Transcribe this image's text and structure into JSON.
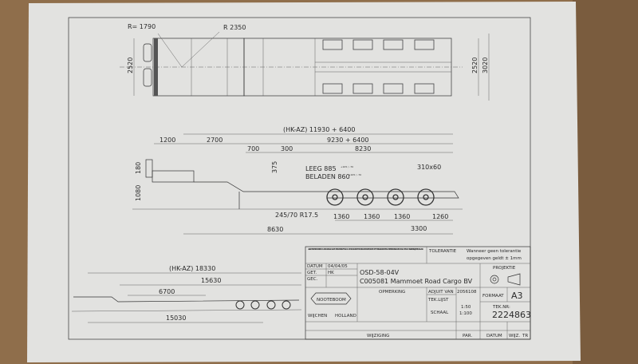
{
  "top_view": {
    "radius_front": "R= 1790",
    "radius_rear": "R 2350",
    "width_left": "2520",
    "width_right": "2520",
    "overall_width": "3020"
  },
  "side_view": {
    "total_length": "(HK-AZ) 11930 + 6400",
    "front_overhang": "1200",
    "gooseneck": "2700",
    "deck_length": "9230 + 6400",
    "neck_step": "700",
    "offset": "300",
    "bed_length": "8230",
    "step_height": "375",
    "leeg": "LEEG 885",
    "leeg_tol": "+105 / -70",
    "beladen": "BELADEN 860",
    "beladen_tol": "+105 / -70",
    "profile": "310x60",
    "neck_height": "180",
    "fifth_wheel_height": "1080",
    "tire": "245/70 R17.5",
    "axle_spacings": [
      "1360",
      "1360",
      "1360"
    ],
    "rear_overhang": "1260",
    "kingpin_to_center": "8630",
    "axle_group": "3300"
  },
  "extended_view": {
    "total_length": "(HK-AZ) 18330",
    "deck_length": "15630",
    "extension": "6700",
    "kingpin_to_axle": "15030"
  },
  "title_block": {
    "disclaimer": "ALL RIGHTS RESERVED REPRODUCTION OR DISCLOSURE TO THIRD PARTIES OF THIS DOCUMENT OR ANY PART THEREOF IS NOT PERMITTED, EXCEPT WITH THE PRIOR AND EXPRESS WRITTEN PERMISSION OF ROYAL NOOTEBOOM TRAILERS B.V. WIJCHEN, HOLLAND.",
    "tolerantie_label": "TOLERANTIE",
    "tolerantie_text_1": "Wanneer geen tolerantie",
    "tolerantie_text_2": "opgegeven geldt ± 1mm",
    "datum_label": "DATUM",
    "datum_value": "04/04/05",
    "get_label": "GET.",
    "get_value": "HK",
    "gec_label": "GEC.",
    "drawing_code": "OSD-58-04V",
    "customer": "C005081 Mammoet Road Cargo BV",
    "projektie_label": "PROJEKTIE",
    "brand": "NOOTEBOOM",
    "city": "WIJCHEN",
    "country": "HOLLAND",
    "opmerking_label": "OPMERKING",
    "adjust_label": "ADJUIT VAN",
    "adjust_value": "2056108",
    "tek_lijst_label": "TEK.LIJST",
    "schaal_label": "SCHAAL",
    "schaal_1": "1:50",
    "schaal_2": "1:100",
    "formaat_label": "FORMAAT",
    "formaat_value": "A3",
    "tek_nr_label": "TEK.NR:",
    "tek_nr_value": "2224863",
    "wijziging_label": "WIJZIGING",
    "par_label": "PAR.",
    "datum2_label": "DATUM",
    "wijz_label": "WIJZ.",
    "tr_label": "TR"
  },
  "colors": {
    "paper": "#e4e4e2",
    "table": "#8a6a48",
    "ink": "#2a2a2a"
  }
}
